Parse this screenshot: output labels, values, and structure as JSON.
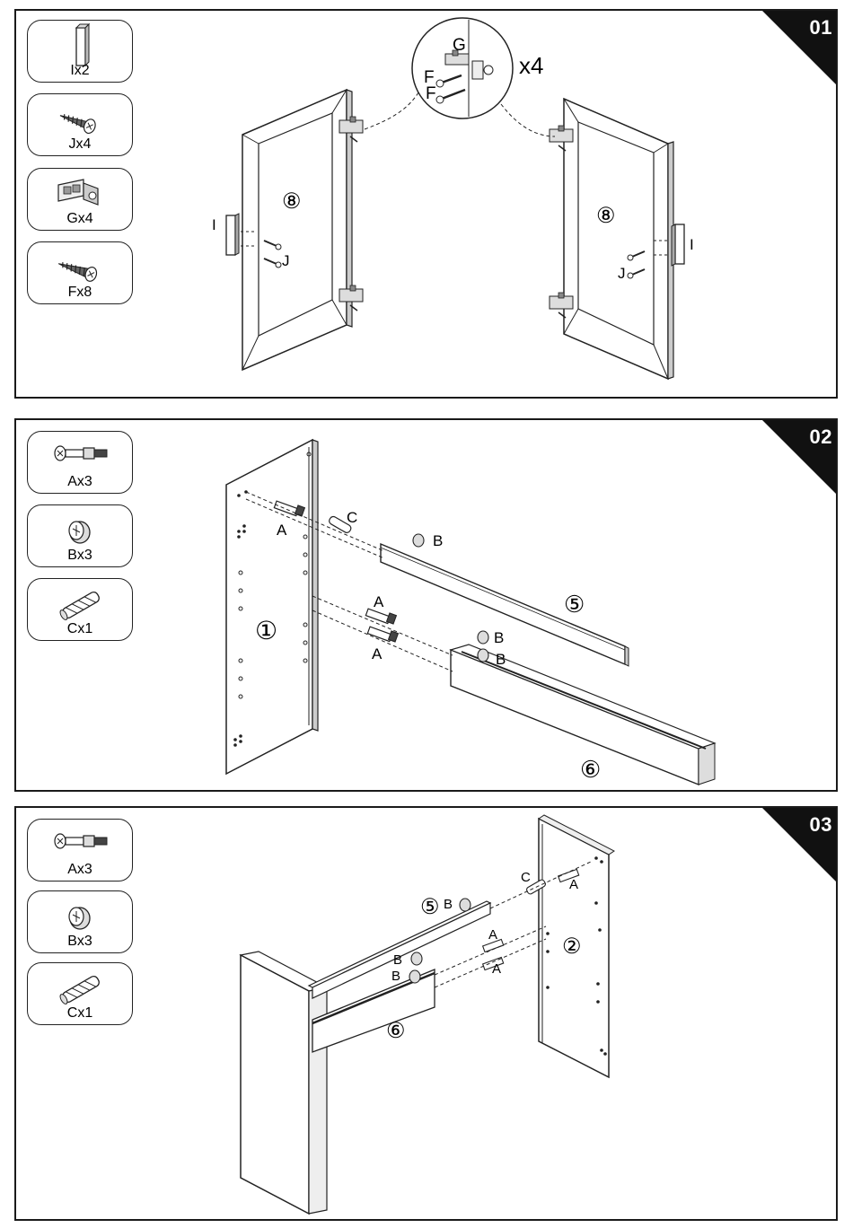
{
  "steps": [
    {
      "number": "01",
      "parts": [
        {
          "icon": "cam-rod-icon",
          "count": "Ix2"
        },
        {
          "icon": "screw-icon",
          "count": "Jx4"
        },
        {
          "icon": "hinge-icon",
          "count": "Gx4"
        },
        {
          "icon": "screw-icon",
          "count": "Fx8"
        }
      ],
      "labels": {
        "panel_left": "⑧",
        "panel_right": "⑧",
        "handle_left": "I",
        "handle_right": "I",
        "screw_left": "J",
        "screw_right": "J",
        "detail_g": "G",
        "detail_f1": "F",
        "detail_f2": "F",
        "detail_count": "x4"
      }
    },
    {
      "number": "02",
      "parts": [
        {
          "icon": "cam-bolt-icon",
          "count": "Ax3"
        },
        {
          "icon": "cam-lock-icon",
          "count": "Bx3"
        },
        {
          "icon": "dowel-icon",
          "count": "Cx1"
        }
      ],
      "labels": {
        "side_panel": "①",
        "rail_top": "⑤",
        "rail_bottom": "⑥",
        "bolt_a1": "A",
        "bolt_a2": "A",
        "bolt_a3": "A",
        "dowel_c": "C",
        "lock_b1": "B",
        "lock_b2": "B",
        "lock_b3": "B"
      }
    },
    {
      "number": "03",
      "parts": [
        {
          "icon": "cam-bolt-icon",
          "count": "Ax3"
        },
        {
          "icon": "cam-lock-icon",
          "count": "Bx3"
        },
        {
          "icon": "dowel-icon",
          "count": "Cx1"
        }
      ],
      "labels": {
        "side_panel": "②",
        "rail_top": "⑤",
        "rail_bottom": "⑥",
        "bolt_a1": "A",
        "bolt_a2": "A",
        "bolt_a3": "A",
        "dowel_c": "C",
        "lock_b1": "B",
        "lock_b2": "B",
        "lock_b3": "B"
      }
    }
  ]
}
